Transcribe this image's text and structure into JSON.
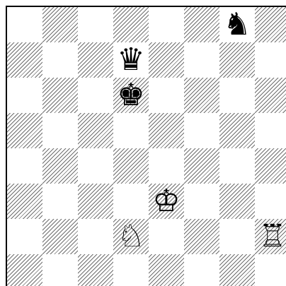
{
  "board": {
    "ranks": 8,
    "files": 8,
    "pieces": [
      {
        "id": "black-knight",
        "square": "g8",
        "color": "black",
        "type": "knight",
        "glyph": "♞"
      },
      {
        "id": "black-queen",
        "square": "d7",
        "color": "black",
        "type": "queen",
        "glyph": "♛"
      },
      {
        "id": "black-king",
        "square": "d6",
        "color": "black",
        "type": "king",
        "glyph": "♚"
      },
      {
        "id": "white-king",
        "square": "e3",
        "color": "white",
        "type": "king",
        "glyph": "♔"
      },
      {
        "id": "white-knight",
        "square": "d2",
        "color": "white",
        "type": "knight",
        "glyph": "♘"
      },
      {
        "id": "white-rook",
        "square": "h2",
        "color": "white",
        "type": "rook",
        "glyph": "♖"
      }
    ],
    "colors": {
      "light": "#ffffff",
      "dark_hatch": "#6e6e6e",
      "border": "#000000"
    }
  }
}
